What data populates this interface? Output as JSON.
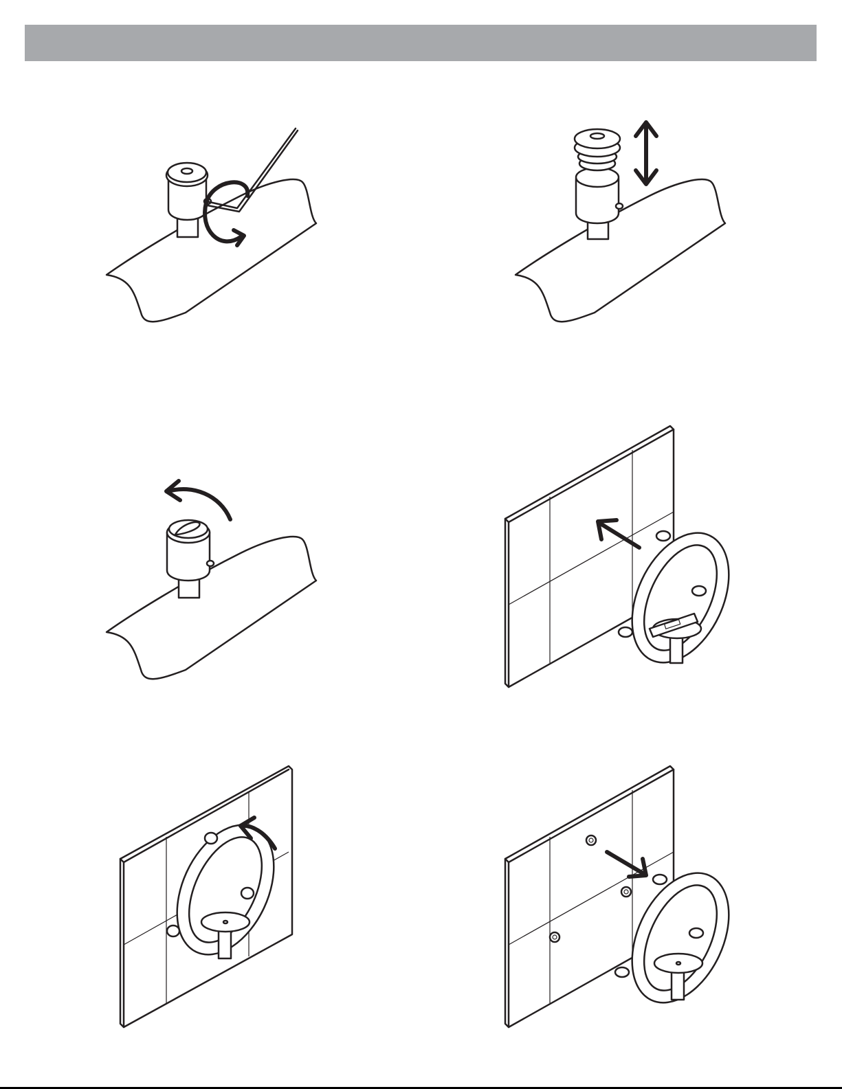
{
  "header": {
    "text": "",
    "color": "#a7a9ac"
  },
  "panels": [
    {
      "id": 1,
      "description_icon": "hex-key-loosen-set-screw"
    },
    {
      "id": 2,
      "description_icon": "remove-cartridge-cap"
    },
    {
      "id": 3,
      "description_icon": "rotate-handle-cap"
    },
    {
      "id": 4,
      "description_icon": "mount-ring-to-wall-with-level"
    },
    {
      "id": 5,
      "description_icon": "rotate-ring-on-wall"
    },
    {
      "id": 6,
      "description_icon": "remove-ring-from-anchors"
    }
  ]
}
